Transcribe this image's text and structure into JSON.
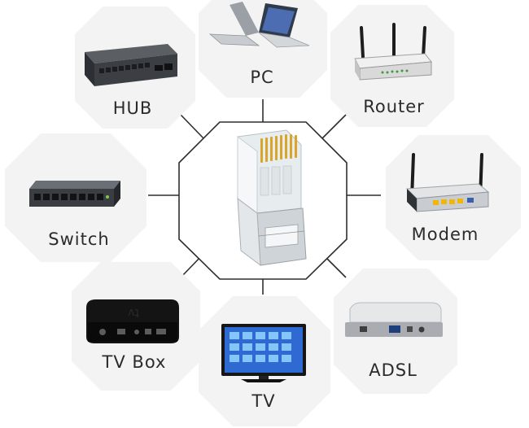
{
  "center": {
    "device": "rj45-connector"
  },
  "nodes": [
    {
      "id": "pc",
      "label": "PC",
      "icon": "laptop-icon"
    },
    {
      "id": "hub",
      "label": "HUB",
      "icon": "hub-icon"
    },
    {
      "id": "router",
      "label": "Router",
      "icon": "router-icon"
    },
    {
      "id": "switch",
      "label": "Switch",
      "icon": "switch-icon"
    },
    {
      "id": "modem",
      "label": "Modem",
      "icon": "modem-icon"
    },
    {
      "id": "tvbox",
      "label": "TV Box",
      "icon": "tv-box-icon"
    },
    {
      "id": "tv",
      "label": "TV",
      "icon": "television-icon"
    },
    {
      "id": "adsl",
      "label": "ADSL",
      "icon": "adsl-modem-icon"
    }
  ],
  "colors": {
    "node_background": "#f3f3f3",
    "connector": "#2e2e2e",
    "label": "#2b2b2b",
    "gold_contacts": "#d9a52b",
    "status_led": "#f2b705"
  }
}
